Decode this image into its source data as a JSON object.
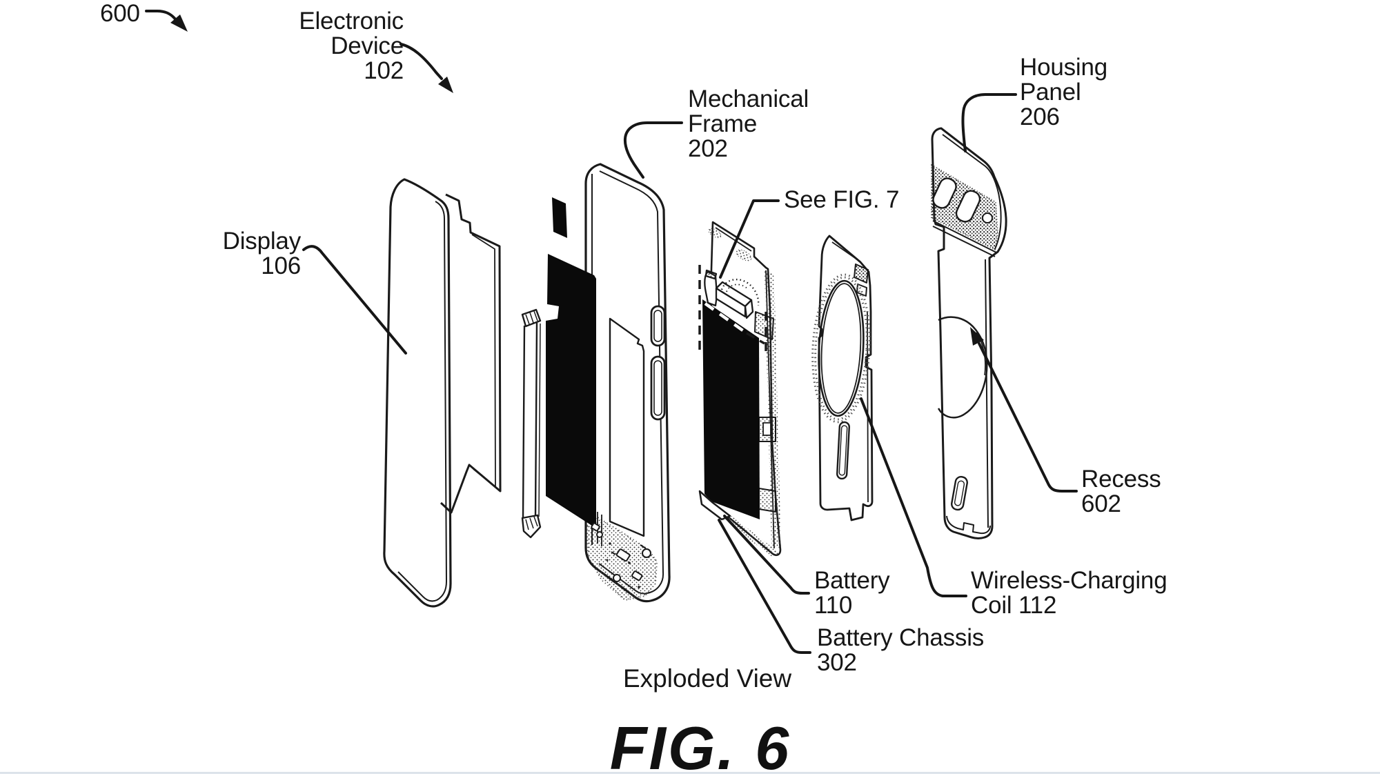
{
  "figure": {
    "reference_number": "600",
    "caption": "FIG. 6",
    "view_caption": "Exploded View",
    "labels": {
      "electronic_device_l1": "Electronic",
      "electronic_device_l2": "Device",
      "electronic_device_l3": "102",
      "display_l1": "Display",
      "display_l2": "106",
      "mechanical_frame_l1": "Mechanical",
      "mechanical_frame_l2": "Frame",
      "mechanical_frame_l3": "202",
      "see_fig_7": "See FIG. 7",
      "housing_panel_l1": "Housing",
      "housing_panel_l2": "Panel",
      "housing_panel_l3": "206",
      "recess_l1": "Recess",
      "recess_l2": "602",
      "battery_l1": "Battery",
      "battery_l2": "110",
      "battery_chassis_l1": "Battery Chassis",
      "battery_chassis_l2": "302",
      "wireless_coil_l1": "Wireless-Charging",
      "wireless_coil_l2": "Coil 112"
    },
    "colors": {
      "ink": "#161616",
      "paper": "#ffffff",
      "bottom_rule": "#dce3ea"
    }
  }
}
